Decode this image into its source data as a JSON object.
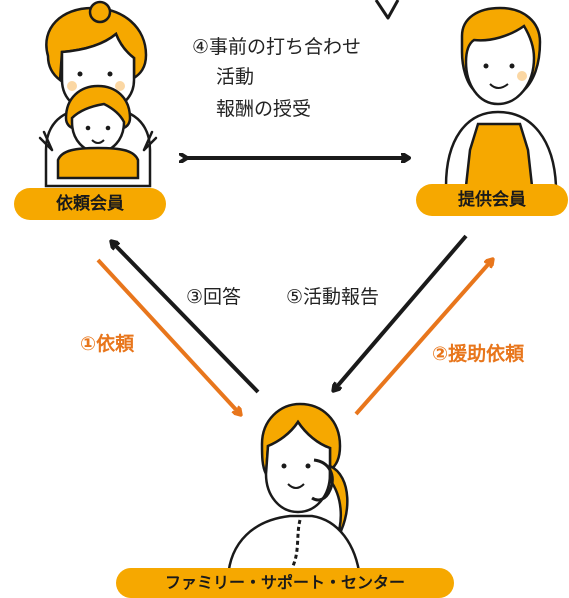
{
  "nodes": {
    "requester": {
      "label": "依頼会員"
    },
    "provider": {
      "label": "提供会員"
    },
    "center": {
      "label": "ファミリー・サポート・センター"
    }
  },
  "steps": {
    "step1": "①依頼",
    "step2": "②援助依頼",
    "step3": "③回答",
    "step4_line1": "④事前の打ち合わせ",
    "step4_line2": "活動",
    "step4_line3": "報酬の授受",
    "step5": "⑤活動報告"
  },
  "colors": {
    "pill": "#f6a800",
    "accent": "#e8761c",
    "ink": "#1a1a1a"
  }
}
